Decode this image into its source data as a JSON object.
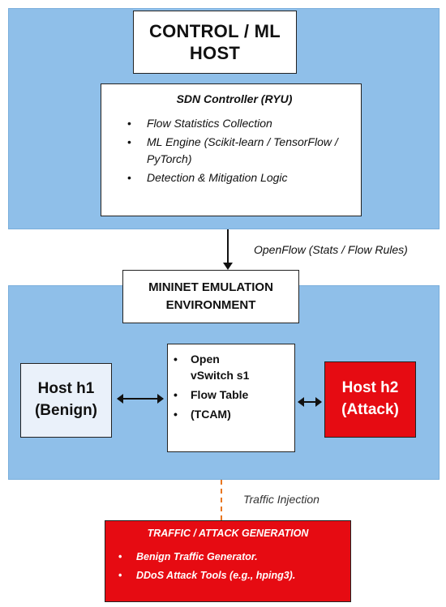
{
  "control_host": {
    "title": "CONTROL / ML HOST"
  },
  "sdn_controller": {
    "title": "SDN Controller (RYU)",
    "items": [
      "Flow Statistics Collection",
      "ML Engine (Scikit-learn / TensorFlow / PyTorch)",
      "Detection & Mitigation Logic"
    ]
  },
  "openflow_label": "OpenFlow (Stats / Flow Rules)",
  "mininet": {
    "title": "MININET EMULATION ENVIRONMENT"
  },
  "host1": {
    "line1": "Host h1",
    "line2": "(Benign)"
  },
  "switch": {
    "items": [
      "Open",
      "vSwitch s1",
      "Flow Table",
      "(TCAM)"
    ]
  },
  "host2": {
    "line1": "Host h2",
    "line2": "(Attack)"
  },
  "traffic_injection_label": "Traffic Injection",
  "attack_generation": {
    "title": "TRAFFIC / ATTACK GENERATION",
    "items": [
      "Benign Traffic Generator.",
      "DDoS Attack Tools (e.g., hping3)."
    ]
  },
  "colors": {
    "panel_blue": "#8fbfe9",
    "attack_red": "#e60b12",
    "host1_fill": "#eaf1fa",
    "injection_dash": "#e87722"
  }
}
